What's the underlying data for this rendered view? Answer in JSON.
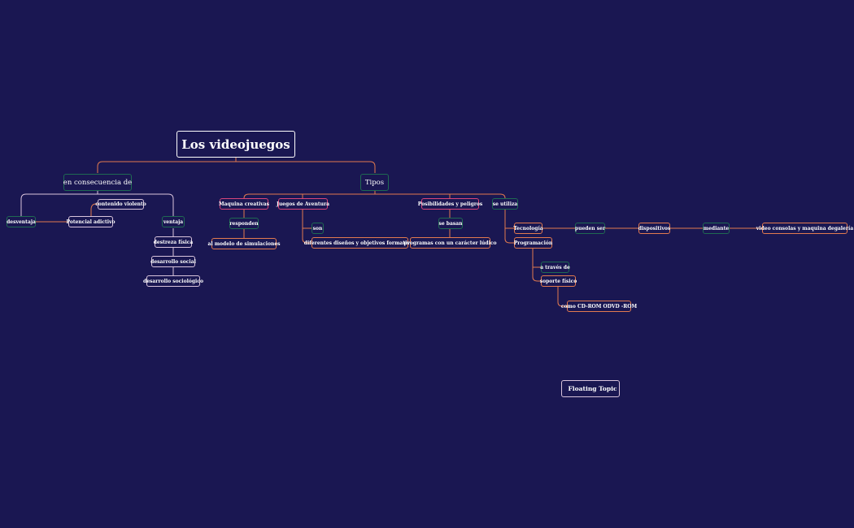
{
  "root": "Los videojuegos",
  "consecuencia": {
    "label": "en consecuencia de",
    "contenido_violento": "contenido violento",
    "desventaja": "desventaja",
    "potencial_adictivo": "Potencial adictivo",
    "ventaja": "ventaja",
    "destreza_fisica": "destreza física",
    "desarrollo_social": "desarrollo social",
    "desarrollo_sociologico": "desarrollo sociológico"
  },
  "tipos": {
    "label": "Tipos",
    "maquina_creativas": "Maquina creativas",
    "responden": "responden",
    "modelo_simulaciones": "al modelo de simulaciones",
    "juegos_aventura": "Juegos de Aventura",
    "son": "son",
    "disenos_objetivos": "diferentes diseños y objetivos  formativos",
    "posibilidades": "Posibilidades y peligros",
    "se_basan": "se basan",
    "programas_ludico": "programas con un carácter lúdico",
    "se_utiliza": "se utiliza",
    "tecnologia": "Tecnología",
    "pueden_ser": "pueden ser",
    "dispositivos": "dispositivos",
    "mediante": "mediante",
    "video_consolas": "video consolas  y maquina degalería",
    "programacion": "Programación",
    "a_traves_de": "a través de",
    "soporte_fisico": "soporte físico",
    "cd_rom": "como CD-ROM ODVD -ROM"
  },
  "floating": "Floating Topic",
  "colors": {
    "background": "#1a1752",
    "line": "#e27a4f",
    "line_light": "#d9c4dc",
    "green_border": "#1f6a52",
    "pink_border": "#d7467a",
    "orange_border": "#e27a4f",
    "floating_dot": "#e5475e"
  }
}
